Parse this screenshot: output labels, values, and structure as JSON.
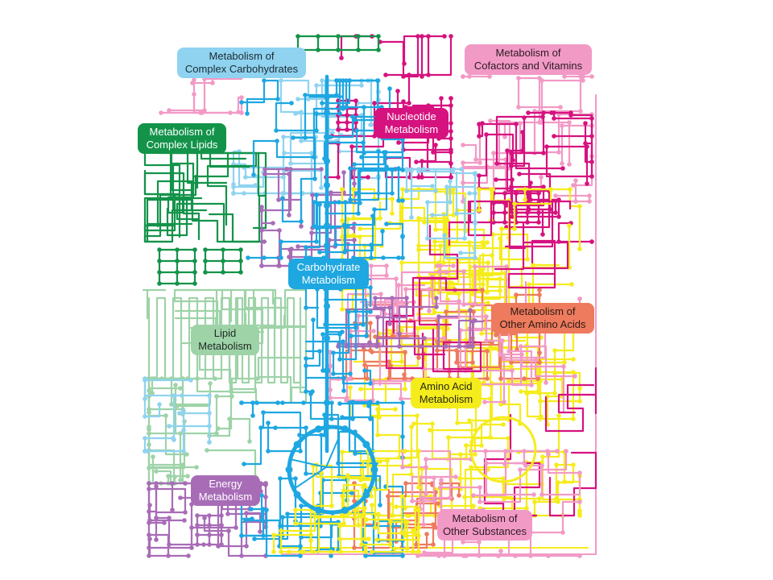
{
  "colors": {
    "carbohydrate": "#1ea7e1",
    "complex_carbohydrates": "#8fd3f0",
    "complex_lipids": "#13934a",
    "lipid": "#9ed3a8",
    "nucleotide": "#d6127f",
    "cofactors": "#f29ac6",
    "amino_acid": "#f5ec1c",
    "other_amino_acids": "#ee7b5e",
    "energy": "#a86cb7",
    "other_substances": "#f29ac6"
  },
  "labels": {
    "complex_carbohydrates": [
      "Metabolism of",
      "Complex Carbohydrates"
    ],
    "cofactors": [
      "Metabolism of",
      "Cofactors and Vitamins"
    ],
    "nucleotide": [
      "Nucleotide",
      "Metabolism"
    ],
    "complex_lipids": [
      "Metabolism of",
      "Complex Lipids"
    ],
    "carbohydrate": [
      "Carbohydrate",
      "Metabolism"
    ],
    "other_amino_acids": [
      "Metabolism of",
      "Other Amino Acids"
    ],
    "lipid": [
      "Lipid",
      "Metabolism"
    ],
    "amino_acid": [
      "Amino Acid",
      "Metabolism"
    ],
    "energy": [
      "Energy",
      "Metabolism"
    ],
    "other_substances": [
      "Metabolism of",
      "Other Substances"
    ]
  }
}
